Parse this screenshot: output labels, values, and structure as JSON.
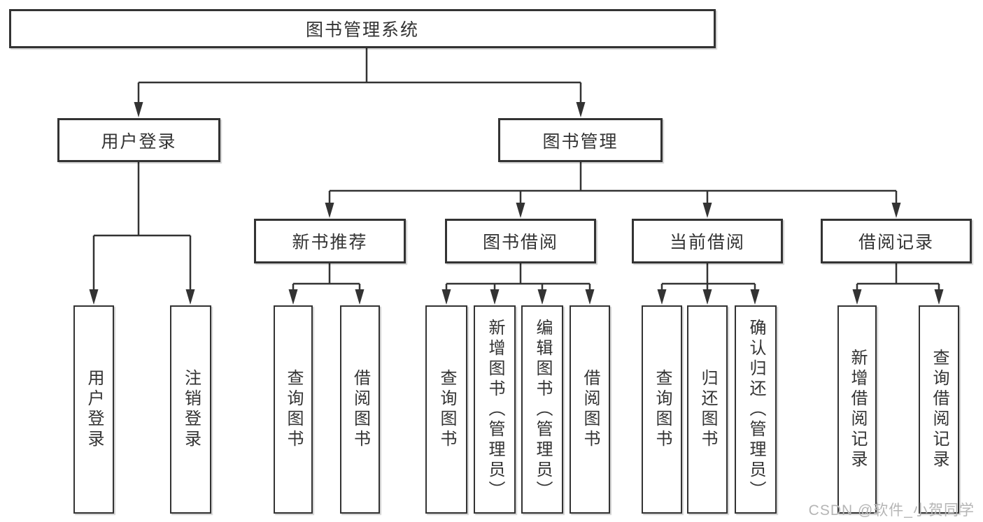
{
  "colors": {
    "line": "#333333",
    "border": "#333333",
    "text": "#333333",
    "watermark": "#b5b5b5",
    "background": "#ffffff"
  },
  "watermark": {
    "text": "CSDN @软件_小贺同学"
  },
  "tree": {
    "root": {
      "label": "图书管理系统"
    },
    "branches": [
      {
        "label": "用户登录",
        "children": [
          {
            "label": "用户登录"
          },
          {
            "label": "注销登录"
          }
        ]
      },
      {
        "label": "图书管理",
        "children": [
          {
            "label": "新书推荐",
            "children": [
              {
                "label": "查询图书"
              },
              {
                "label": "借阅图书"
              }
            ]
          },
          {
            "label": "图书借阅",
            "children": [
              {
                "label": "查询图书"
              },
              {
                "label": "新增图书（管理员）"
              },
              {
                "label": "编辑图书（管理员）"
              },
              {
                "label": "借阅图书"
              }
            ]
          },
          {
            "label": "当前借阅",
            "children": [
              {
                "label": "查询图书"
              },
              {
                "label": "归还图书"
              },
              {
                "label": "确认归还（管理员）"
              }
            ]
          },
          {
            "label": "借阅记录",
            "children": [
              {
                "label": "新增借阅记录"
              },
              {
                "label": "查询借阅记录"
              }
            ]
          }
        ]
      }
    ]
  }
}
